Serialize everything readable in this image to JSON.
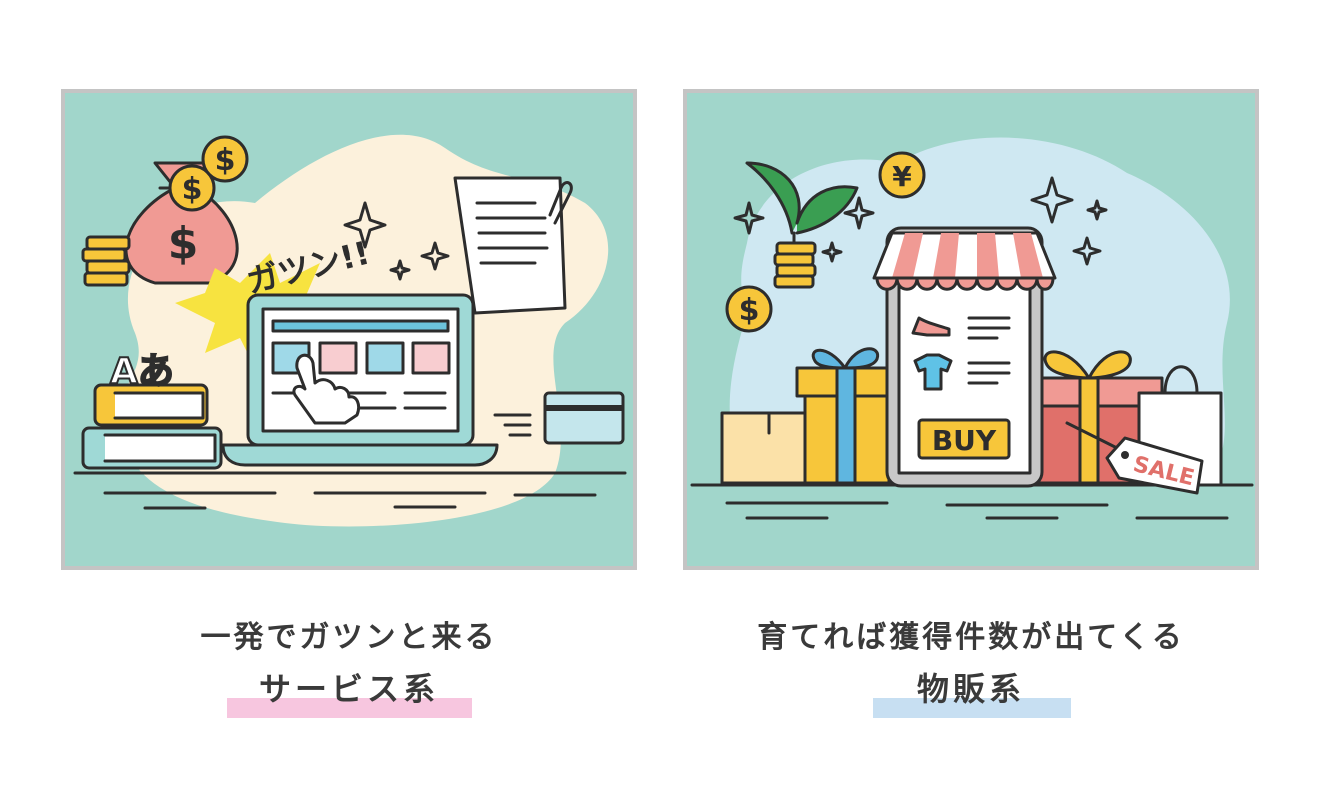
{
  "left": {
    "caption_line1": "一発でガツンと来る",
    "caption_line2": "サービス系",
    "highlight_color": "#f7c6df",
    "bubble_text": "ガツン!!",
    "book_text": "Aあ",
    "coin_symbol": "$"
  },
  "right": {
    "caption_line1": "育てれば獲得件数が出てくる",
    "caption_line2": "物販系",
    "highlight_color": "#c7dff2",
    "buy_label": "BUY",
    "sale_label": "SALE",
    "coin_yen": "¥",
    "coin_dollar": "$"
  },
  "colors": {
    "panel_bg": "#a1d6cb",
    "blob_left": "#fcf1dc",
    "blob_right": "#cfe8f2",
    "coin": "#f7c63a",
    "pink": "#f09a94",
    "blue": "#8fd3e6"
  }
}
